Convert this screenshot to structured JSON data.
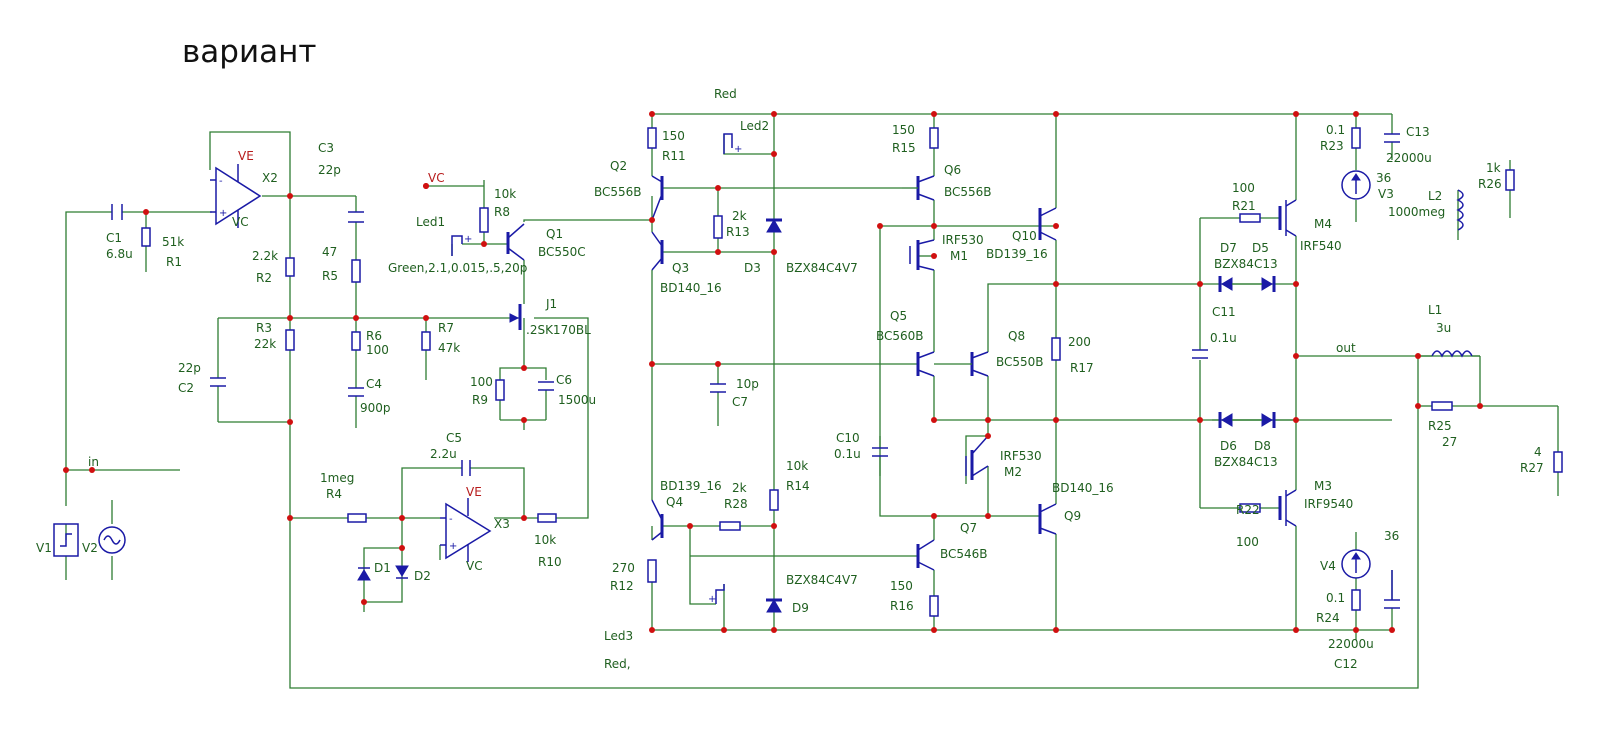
{
  "title": "вариант",
  "labels": {
    "vc": "VC",
    "ve": "VE",
    "vc2": "VC",
    "in": "in",
    "out": "out",
    "X2": "X2",
    "X3": "X3",
    "C1": "C1",
    "C1v": "6.8u",
    "R1": "R1",
    "R1v": "51k",
    "C3": "C3",
    "C3v": "22p",
    "R2": "R2",
    "R2v": "2.2k",
    "R5": "R5",
    "R5v": "47",
    "R3": "R3",
    "R3v": "22k",
    "C2": "C2",
    "C2v": "22p",
    "R6": "R6",
    "R6v": "100",
    "C4": "C4",
    "C4v": "900p",
    "R7": "R7",
    "R7v": "47k",
    "Led1": "Led1",
    "Led1v": "Green,2.1,0.015,.5,20p",
    "R8": "R8",
    "R8v": "10k",
    "Q1": "Q1",
    "Q1v": "BC550C",
    "J1": "J1",
    "J1v": ".2SK170BL",
    "R9": "R9",
    "R9v": "100",
    "C6": "C6",
    "C6v": "1500u",
    "C5": "C5",
    "C5v": "2.2u",
    "R4": "R4",
    "R4v": "1meg",
    "R10": "R10",
    "R10v": "10k",
    "D1": "D1",
    "D2": "D2",
    "V1": "V1",
    "V2": "V2",
    "Red": "Red",
    "Led2": "Led2",
    "Q2": "Q2",
    "Q2v": "BC556B",
    "R11": "R11",
    "R11v": "150",
    "R13": "R13",
    "R13v": "2k",
    "Q3": "Q3",
    "Q3v": "BD140_16",
    "D3": "D3",
    "D3v": "BZX84C4V7",
    "C7": "C7",
    "C7v": "10p",
    "R14": "R14",
    "R14v": "10k",
    "Q4": "Q4",
    "Q4v": "BD139_16",
    "R28": "R28",
    "R28v": "2k",
    "R12": "R12",
    "R12v": "270",
    "D9": "D9",
    "D9v": "BZX84C4V7",
    "Led3": "Led3",
    "Red2": "Red,",
    "R15": "R15",
    "R15v": "150",
    "Q6": "Q6",
    "Q6v": "BC556B",
    "M1": "M1",
    "M1v": "IRF530",
    "Q10": "Q10",
    "Q10v": "BD139_16",
    "Q5": "Q5",
    "Q5v": "BC560B",
    "Q8": "Q8",
    "Q8v": "BC550B",
    "R17": "R17",
    "R17v": "200",
    "C10": "C10",
    "C10v": "0.1u",
    "M2": "M2",
    "M2v": "IRF530",
    "Q7": "Q7",
    "Q7v": "BC546B",
    "Q9": "Q9",
    "Q9v": "BD140_16",
    "R16": "R16",
    "R16v": "150",
    "R21": "R21",
    "R21v": "100",
    "D7": "D7",
    "D5": "D5",
    "D7v": "BZX84C13",
    "C11": "C11",
    "C11v": "0.1u",
    "D6": "D6",
    "D8": "D8",
    "D6v": "BZX84C13",
    "R22": "R22",
    "R22v": "100",
    "M4": "M4",
    "M4v": "IRF540",
    "M3": "M3",
    "M3v": "IRF9540",
    "R23": "R23",
    "R23v": "0.1",
    "C13": "C13",
    "C13v": "22000u",
    "V3": "V3",
    "V3v": "36",
    "V4": "V4",
    "V4v": "36",
    "R24": "R24",
    "R24v": "0.1",
    "C12": "C12",
    "C12v": "22000u",
    "L2": "L2",
    "L2v": "1000meg",
    "R26": "R26",
    "R26v": "1k",
    "L1": "L1",
    "L1v": "3u",
    "R25": "R25",
    "R25v": "27",
    "R27": "R27",
    "R27v": "4"
  }
}
